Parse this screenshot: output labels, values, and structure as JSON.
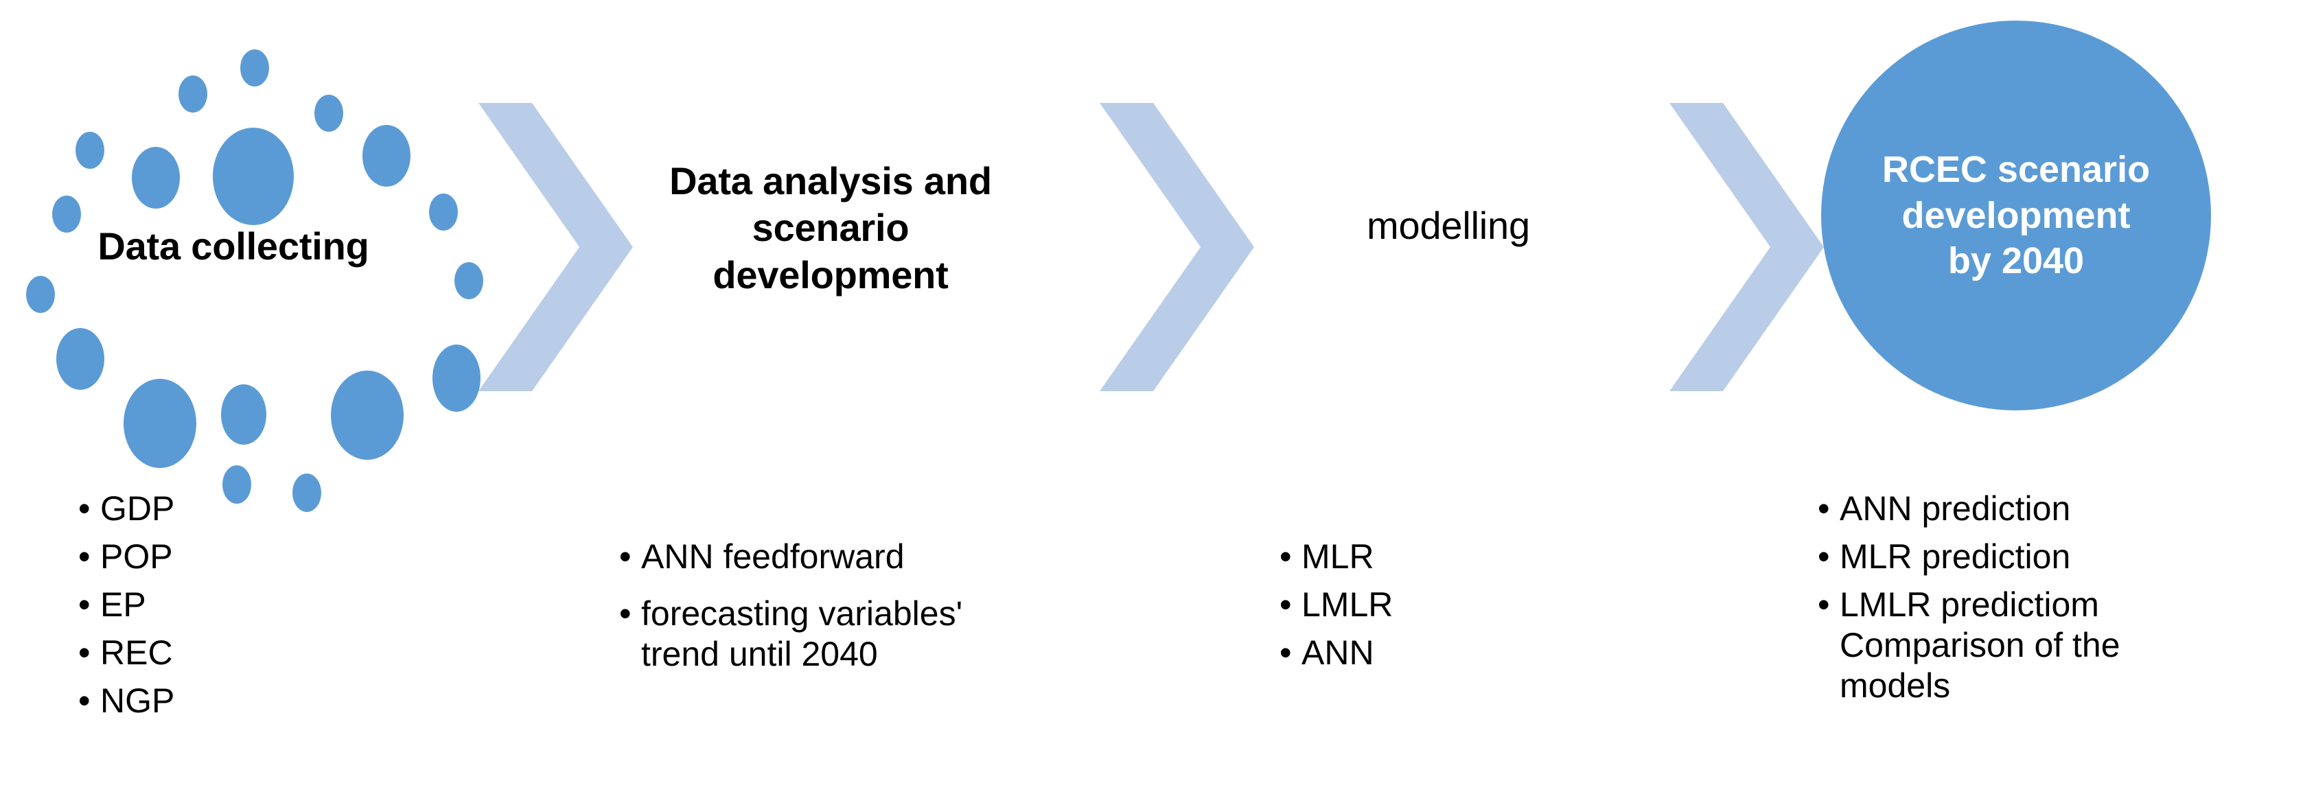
{
  "diagram": {
    "type": "process-flow",
    "background_color": "#FFFFFF",
    "accent_color": "#5B9BD5",
    "chevron_color": "#B9CDE8",
    "text_color": "#000000",
    "circle_text_color": "#FFFFFF"
  },
  "stages": [
    {
      "id": "data-collecting",
      "title": "Data collecting",
      "shape": "dotted-ring",
      "bullets": [
        "GDP",
        "POP",
        "EP",
        "REC",
        "NGP"
      ]
    },
    {
      "id": "data-analysis",
      "title": "Data analysis and\nscenario\ndevelopment",
      "title_lines": [
        "Data analysis and",
        "scenario",
        "development"
      ],
      "shape": "text",
      "bullets": [
        "ANN feedforward",
        "forecasting variables' trend until 2040"
      ]
    },
    {
      "id": "modelling",
      "title": "modelling",
      "shape": "text",
      "bullets": [
        "MLR",
        "LMLR",
        "ANN"
      ]
    },
    {
      "id": "rcec-scenario",
      "title": "RCEC scenario\ndevelopment\nby 2040",
      "title_lines": [
        "RCEC scenario",
        "development",
        "by 2040"
      ],
      "shape": "circle",
      "bullets": [
        "ANN prediction",
        "MLR prediction",
        "LMLR predictiom Comparison of the models"
      ]
    }
  ],
  "connectors": [
    {
      "id": "chevron-1",
      "glyph": "chevron-right"
    },
    {
      "id": "chevron-2",
      "glyph": "chevron-right"
    },
    {
      "id": "chevron-3",
      "glyph": "chevron-right"
    }
  ],
  "bullet_symbol": "•",
  "bullets": {
    "collecting": [
      {
        "mark": "•",
        "text": "GDP"
      },
      {
        "mark": "•",
        "text": "POP"
      },
      {
        "mark": "•",
        "text": "EP"
      },
      {
        "mark": "•",
        "text": "REC"
      },
      {
        "mark": "•",
        "text": "NGP"
      }
    ],
    "analysis": [
      {
        "mark": "•",
        "text": "ANN feedforward"
      },
      {
        "mark": "•",
        "text": "forecasting variables'",
        "cont": "trend until 2040"
      }
    ],
    "modelling": [
      {
        "mark": "•",
        "text": "MLR"
      },
      {
        "mark": "•",
        "text": "LMLR"
      },
      {
        "mark": "•",
        "text": "ANN"
      }
    ],
    "results": [
      {
        "mark": "•",
        "text": "ANN prediction"
      },
      {
        "mark": "•",
        "text": "MLR prediction"
      },
      {
        "mark": "•",
        "text": "LMLR predictiom",
        "cont": "Comparison of the",
        "cont2": "models"
      }
    ]
  },
  "bullet_text": {
    "c0": "GDP",
    "c1": "POP",
    "c2": "EP",
    "c3": "REC",
    "c4": "NGP",
    "a0": "ANN feedforward",
    "a1": "forecasting variables'",
    "a1b": "trend until 2040",
    "m0": "MLR",
    "m1": "LMLR",
    "m2": "ANN",
    "r0": "ANN prediction",
    "r1": "MLR prediction",
    "r2": "LMLR predictiom",
    "r2b": "Comparison of the",
    "r2c": "models"
  },
  "titles": {
    "collecting": "Data collecting",
    "analysis": "Data analysis and\nscenario\ndevelopment",
    "modelling": "modelling",
    "result": "RCEC scenario\ndevelopment\nby 2040"
  },
  "marks": {
    "bullet": "•"
  }
}
